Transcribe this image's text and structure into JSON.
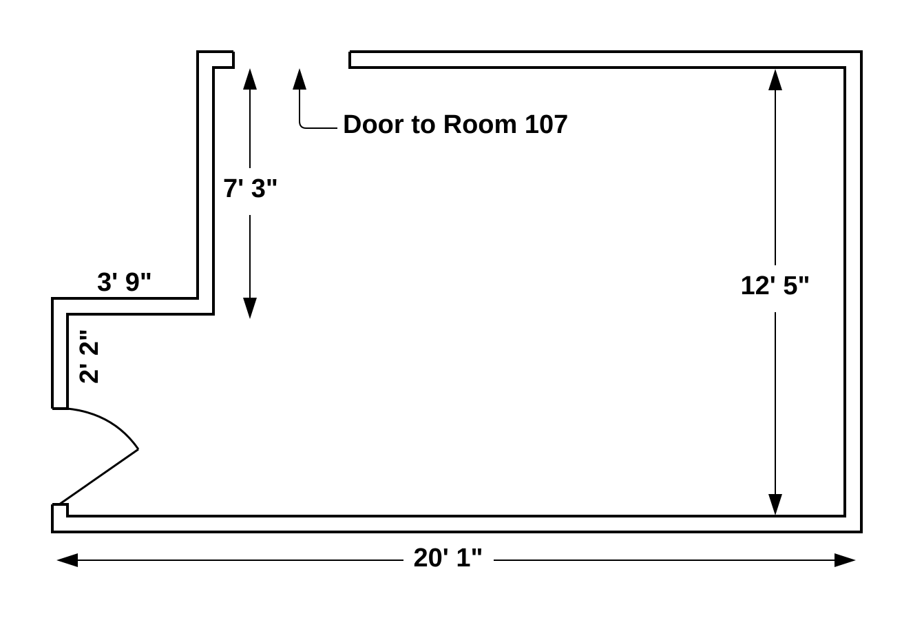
{
  "plan": {
    "door_label": "Door to Room 107",
    "dimensions": {
      "total_width": "20' 1\"",
      "total_height": "12' 5\"",
      "alcove_height": "7' 3\"",
      "alcove_width": "3' 9\"",
      "entry_wall": "2' 2\""
    },
    "colors": {
      "line": "#000000",
      "background": "#ffffff"
    }
  }
}
